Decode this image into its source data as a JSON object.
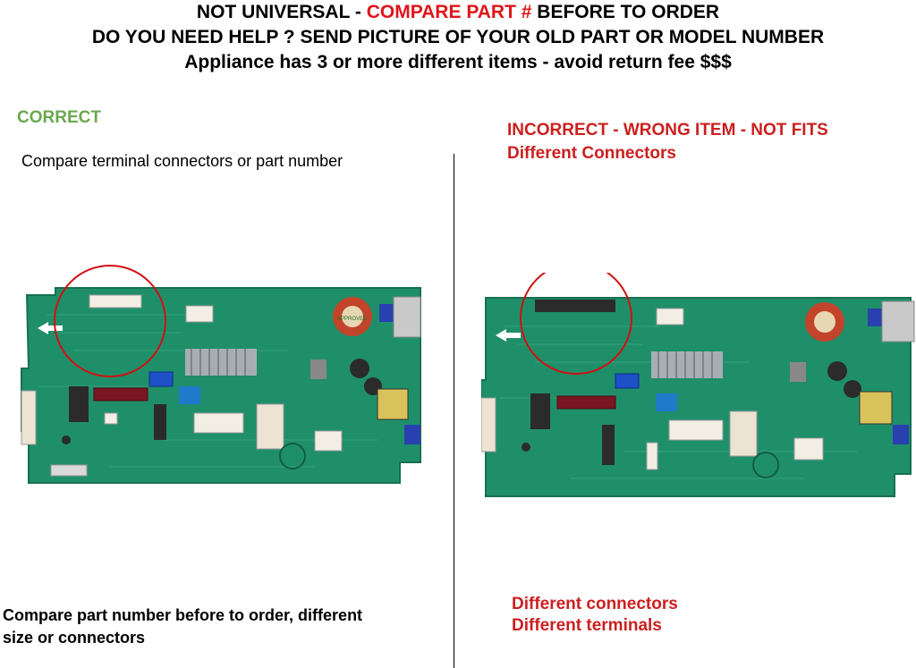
{
  "header": {
    "line1_prefix": "NOT UNIVERSAL - ",
    "line1_highlight": "COMPARE PART #",
    "line1_suffix": " BEFORE TO ORDER",
    "line2": "DO YOU NEED HELP ? SEND PICTURE OF YOUR OLD PART OR MODEL NUMBER",
    "line3": "Appliance has 3 or more different items  - avoid return fee $$$"
  },
  "left": {
    "label": "CORRECT",
    "subtitle": "Compare terminal connectors or part number",
    "footer_line1": "Compare part number before to order, different",
    "footer_line2": "size or connectors"
  },
  "right": {
    "label_line1": "INCORRECT - WRONG ITEM - NOT FITS",
    "label_line2": "Different Connectors",
    "footer_line1": "Different connectors",
    "footer_line2": "Different terminals"
  },
  "colors": {
    "accent_red": "#e0141a",
    "correct_green": "#6aa84f",
    "incorrect_red": "#cc1f1f",
    "board_green": "#1f8f6a",
    "circle_red": "#d01010"
  },
  "board_label": "APPROVED"
}
